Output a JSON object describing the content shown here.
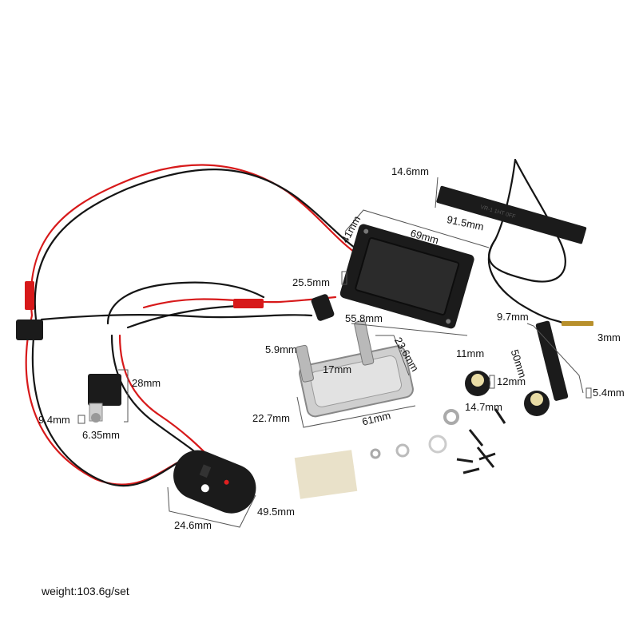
{
  "colors": {
    "wire_red": "#d7191a",
    "wire_black": "#151515",
    "component_black": "#1b1b1b",
    "metal": "#c9c9c9",
    "background": "#ffffff"
  },
  "dimensions": {
    "pickup_width": "14.6mm",
    "pickup_length": "91.5mm",
    "battery_box_height": "41mm",
    "battery_box_width": "69mm",
    "battery_box_depth": "25.5mm",
    "battery_box_inner": "55.8mm",
    "piezo_diameter": "9.7mm",
    "piezo_wire": "3mm",
    "strip_length": "50mm",
    "strip_width": "5.4mm",
    "knob_diameter": "11mm",
    "knob_height": "12mm",
    "knob_cap": "14.7mm",
    "pot_shaft": "5.9mm",
    "pot_shaft_height": "17mm",
    "preamp_depth": "23.6mm",
    "preamp_height": "22.7mm",
    "preamp_length": "61mm",
    "jack_height": "28mm",
    "jack_thread": "9.4mm",
    "jack_plug": "6.35mm",
    "plate_width": "24.6mm",
    "plate_length": "49.5mm"
  },
  "weight": "weight:103.6g/set"
}
